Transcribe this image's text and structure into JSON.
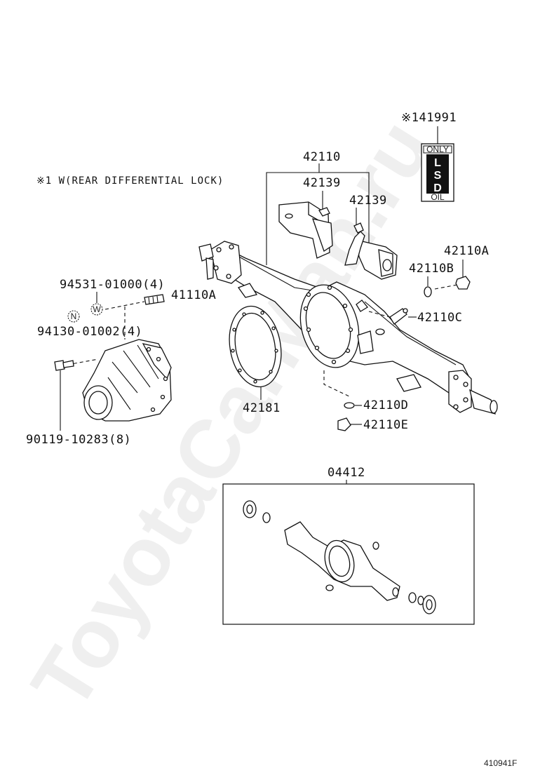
{
  "note": "※1 W(REAR DIFFERENTIAL LOCK)",
  "labels": {
    "p41991": "※141991",
    "p42110": "42110",
    "p42139a": "42139",
    "p42139b": "42139",
    "p42110A_r": "42110A",
    "p42110B": "42110B",
    "p94531": "94531-01000(4)",
    "p41110A": "41110A",
    "p94130": "94130-01002(4)",
    "p42110C": "42110C",
    "p42181": "42181",
    "p42110D": "42110D",
    "p42110E": "42110E",
    "p90119": "90119-10283(8)",
    "p04412": "04412"
  },
  "symbols": {
    "washer": "W",
    "nut": "N"
  },
  "plate": {
    "top": "ONLY",
    "letters": [
      "L",
      "S",
      "D"
    ],
    "bottom": "OIL"
  },
  "watermark": "ToyotaCarMan.ru",
  "figure_id": "410941F"
}
